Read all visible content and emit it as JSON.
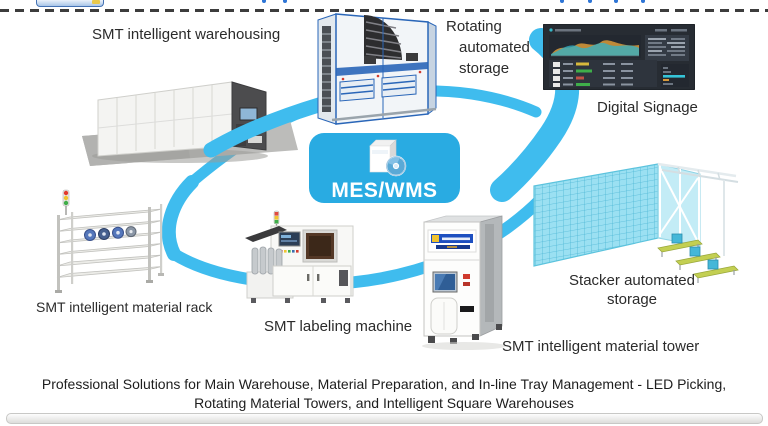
{
  "colors": {
    "accent_blue": "#29abe2",
    "ring_blue": "#3fbcee",
    "machine_frame_blue": "#2a66b8",
    "stacker_cyan": "#9be0f2",
    "label_text": "#2b2b2b"
  },
  "labels": {
    "warehousing": "SMT intelligent warehousing",
    "rotating1": "Rotating",
    "rotating2": "automated",
    "rotating3": "storage",
    "signage": "Digital Signage",
    "mes": "MES/WMS",
    "rack": "SMT intelligent material rack",
    "labeling": "SMT labeling machine",
    "tower": "SMT intelligent material tower",
    "stacker1": "Stacker automated",
    "stacker2": "storage"
  },
  "icons": [
    "software-box-icon",
    "cd-disc-icon",
    "traffic-light-icon",
    "dashboard-area-chart",
    "dashboard-bar-chart"
  ],
  "footer": {
    "line1": "Professional Solutions for Main Warehouse, Material Preparation, and In-line Tray Management - LED Picking,",
    "line2": "Rotating Material Towers, and Intelligent Square Warehouses"
  }
}
